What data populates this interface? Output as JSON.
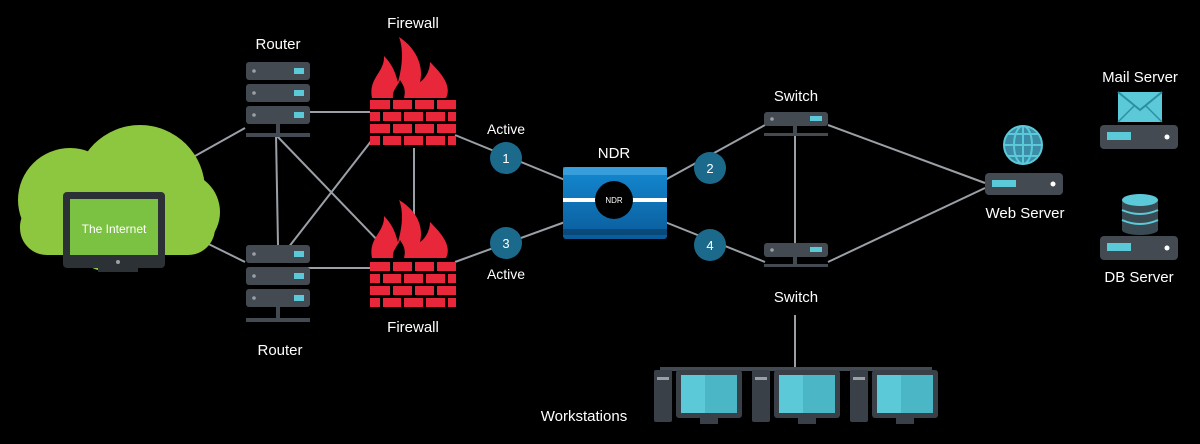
{
  "labels": {
    "internet": "The Internet",
    "router_top": "Router",
    "router_bottom": "Router",
    "firewall_top": "Firewall",
    "firewall_bottom": "Firewall",
    "active_top": "Active",
    "active_bottom": "Active",
    "ndr_title": "NDR",
    "ndr_badge": "NDR",
    "switch_top": "Switch",
    "switch_bottom": "Switch",
    "web_server": "Web Server",
    "mail_server": "Mail Server",
    "db_server": "DB Server",
    "workstations": "Workstations"
  },
  "ports": [
    "1",
    "2",
    "3",
    "4"
  ],
  "colors": {
    "background": "#000000",
    "cloud": "#8dc63f",
    "firewall": "#e8273b",
    "ndr_blue": "#0a6fb4",
    "port_circle": "#1b6a8c",
    "device_dark": "#3a4048",
    "accent_cyan": "#5cc9d8"
  },
  "icons": [
    "cloud-icon",
    "monitor-icon",
    "router-icon",
    "firewall-icon",
    "ndr-appliance-icon",
    "switch-icon",
    "server-icon",
    "globe-icon",
    "envelope-icon",
    "database-icon",
    "workstation-icon"
  ]
}
